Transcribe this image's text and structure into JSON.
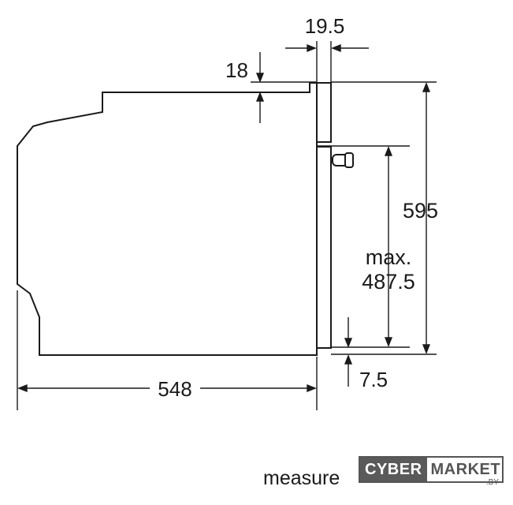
{
  "dimensions": {
    "top_right_depth": "19.5",
    "top_offset": "18",
    "total_height": "595",
    "niche_label_1": "max.",
    "niche_label_2": "487.5",
    "bottom_offset": "7.5",
    "depth": "548"
  },
  "caption": "measure",
  "logo": {
    "part1": "CYBER",
    "part2": "MARKET",
    "suffix": ".BY"
  }
}
